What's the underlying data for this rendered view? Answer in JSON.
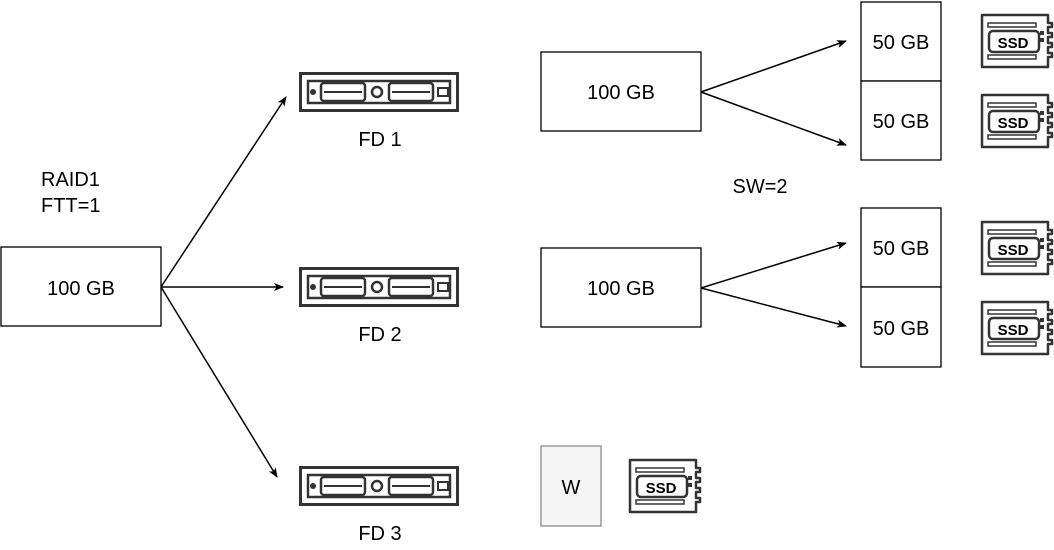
{
  "raid": {
    "line1": "RAID1",
    "line2": "FTT=1"
  },
  "source_box": {
    "label": "100 GB"
  },
  "fault_domains": [
    {
      "label": "FD 1"
    },
    {
      "label": "FD 2"
    },
    {
      "label": "FD 3"
    }
  ],
  "components": [
    {
      "label": "100 GB",
      "stripes": [
        {
          "label": "50 GB"
        },
        {
          "label": "50 GB"
        }
      ]
    },
    {
      "label": "100 GB",
      "stripes": [
        {
          "label": "50 GB"
        },
        {
          "label": "50 GB"
        }
      ]
    }
  ],
  "stripe_width": "SW=2",
  "witness": {
    "label": "W"
  },
  "icon_text": "SSD",
  "colors": {
    "stroke": "#000000",
    "icon": "#333333",
    "witness_fill": "#f5f5f5",
    "witness_stroke": "#999999"
  }
}
